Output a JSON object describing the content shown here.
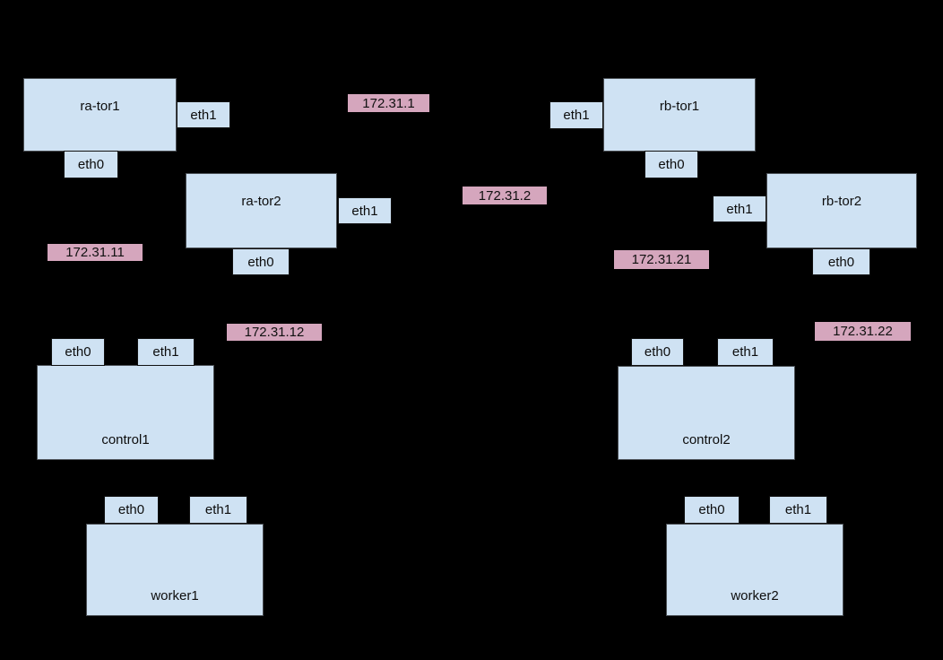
{
  "diagram": {
    "background_color": "#000000",
    "node_fill_color": "#cfe2f3",
    "node_border_color": "#4a4f54",
    "port_border_color": "#111111",
    "ip_fill_color": "#d5a6bd",
    "text_color": "#0d0d0d"
  },
  "nodes": [
    {
      "label": "ra-tor1",
      "interfaces": [
        {
          "name": "eth1"
        },
        {
          "name": "eth0"
        }
      ]
    },
    {
      "label": "ra-tor2",
      "interfaces": [
        {
          "name": "eth1"
        },
        {
          "name": "eth0"
        }
      ]
    },
    {
      "label": "rb-tor1",
      "interfaces": [
        {
          "name": "eth1"
        },
        {
          "name": "eth0"
        }
      ]
    },
    {
      "label": "rb-tor2",
      "interfaces": [
        {
          "name": "eth1"
        },
        {
          "name": "eth0"
        }
      ]
    },
    {
      "label": "control1",
      "interfaces": [
        {
          "name": "eth0"
        },
        {
          "name": "eth1"
        }
      ]
    },
    {
      "label": "worker1",
      "interfaces": [
        {
          "name": "eth0"
        },
        {
          "name": "eth1"
        }
      ]
    },
    {
      "label": "control2",
      "interfaces": [
        {
          "name": "eth0"
        },
        {
          "name": "eth1"
        }
      ]
    },
    {
      "label": "worker2",
      "interfaces": [
        {
          "name": "eth0"
        },
        {
          "name": "eth1"
        }
      ]
    }
  ],
  "ip_labels": [
    {
      "text": "172.31.1"
    },
    {
      "text": "172.31.2"
    },
    {
      "text": "172.31.11"
    },
    {
      "text": "172.31.12"
    },
    {
      "text": "172.31.21"
    },
    {
      "text": "172.31.22"
    }
  ]
}
